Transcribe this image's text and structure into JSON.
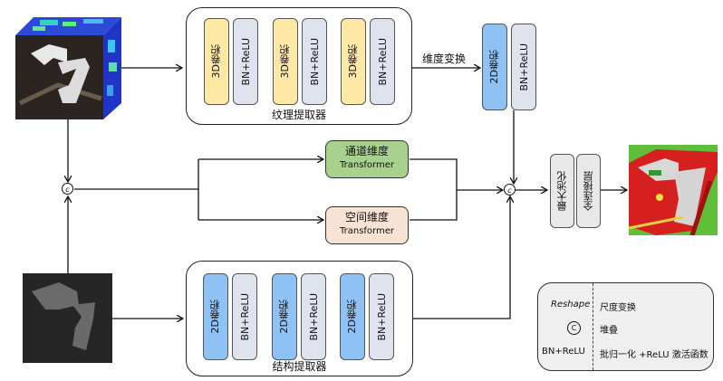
{
  "texture_extractor": {
    "label": "纹理提取器",
    "blocks": [
      {
        "conv": "3D卷积",
        "act": "BN+ReLU"
      },
      {
        "conv": "3D卷积",
        "act": "BN+ReLU"
      },
      {
        "conv": "3D卷积",
        "act": "BN+ReLU"
      }
    ]
  },
  "structure_extractor": {
    "label": "结构提取器",
    "blocks": [
      {
        "conv": "2D卷积",
        "act": "BN+ReLU"
      },
      {
        "conv": "2D卷积",
        "act": "BN+ReLU"
      },
      {
        "conv": "2D卷积",
        "act": "BN+ReLU"
      }
    ]
  },
  "reshape": {
    "label": "维度变换",
    "conv": "2D卷积",
    "act": "BN+ReLU"
  },
  "transformers": {
    "channel": {
      "title": "通道维度",
      "sub": "Transformer"
    },
    "spatial": {
      "title": "空间维度",
      "sub": "Transformer"
    }
  },
  "concat_symbol": "c",
  "head": {
    "pool": "最大池化",
    "fc": "全连接层"
  },
  "legend": {
    "rows": [
      {
        "symbol": "Reshape",
        "desc": "尺度变换"
      },
      {
        "symbol": "C",
        "desc": "堆叠"
      },
      {
        "symbol": "BN+ReLU",
        "desc": "批归一化 +ReLU 激活函数"
      }
    ]
  },
  "colors": {
    "conv3d": "#fde8a6",
    "conv2d": "#8ec1f4",
    "bn_relu": "#dfe3ee",
    "channel_transformer": "#a9d18e",
    "spatial_transformer": "#f8e2d4",
    "head": "#e8e8e8",
    "legend_bg": "#efefef"
  }
}
